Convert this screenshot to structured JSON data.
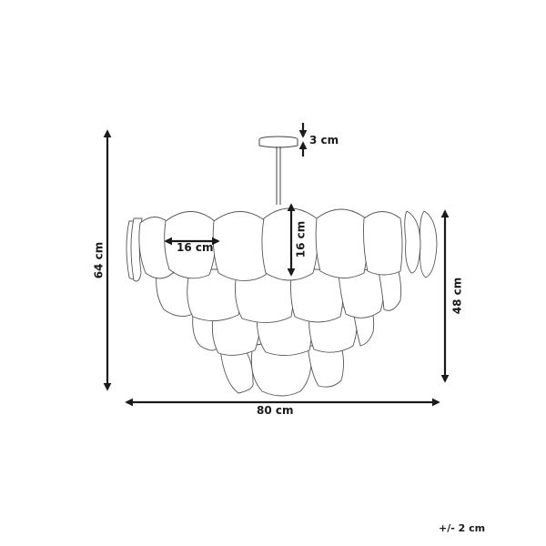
{
  "diagram": {
    "type": "product-dimension-drawing",
    "subject": "tiered petal chandelier",
    "colors": {
      "line": "#1a1a1a",
      "outline": "#444444",
      "background": "#ffffff"
    },
    "dimensions": {
      "canopy_height": "3 cm",
      "total_height": "64 cm",
      "shade_height": "48 cm",
      "width": "80 cm",
      "petal_width": "16 cm",
      "petal_height": "16 cm"
    },
    "tolerance": "+/- 2 cm"
  }
}
